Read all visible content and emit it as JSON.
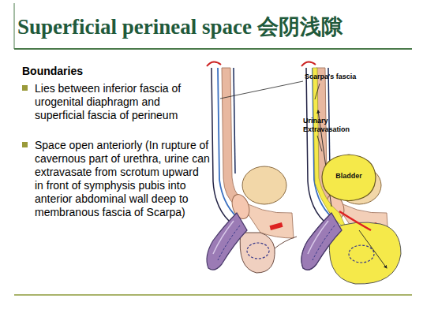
{
  "diagram": {
    "title": "Superficial perineal space 会阴浅隙",
    "nodes": [
      {
        "text": [
          "Bladder"
        ]
      }
    ],
    "labels": [
      "Boundaries",
      "Lies between inferior fascia of urogenital diaphragm and superficial fascia of perineum",
      "Space open anteriorly (In rupture of cavernous part of urethra, urine can extravasate from scrotum upward in front of symphysis pubis into anterior abdominal wall deep to membranous fascia of Scarpa)",
      "Scarpa's fascia",
      "Urinary Extravasation"
    ]
  }
}
